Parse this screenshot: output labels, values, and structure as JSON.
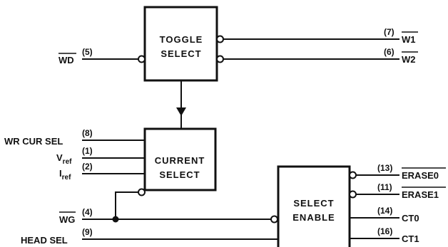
{
  "blocks": {
    "toggle": {
      "line1": "TOGGLE",
      "line2": "SELECT"
    },
    "current": {
      "line1": "CURRENT",
      "line2": "SELECT"
    },
    "enable": {
      "line1": "SELECT",
      "line2": "ENABLE"
    }
  },
  "pins": {
    "wd": {
      "name": "WD",
      "pin": "(5)",
      "overbar": true
    },
    "w1": {
      "name": "W1",
      "pin": "(7)",
      "overbar": true
    },
    "w2": {
      "name": "W2",
      "pin": "(6)",
      "overbar": true
    },
    "wrcursel": {
      "name": "WR CUR SEL",
      "pin": "(8)"
    },
    "vref": {
      "name": "V",
      "sub": "ref",
      "pin": "(1)"
    },
    "iref": {
      "name": "I",
      "sub": "ref",
      "pin": "(2)"
    },
    "wg": {
      "name": "WG",
      "pin": "(4)",
      "overbar": true
    },
    "headsel": {
      "name": "HEAD SEL",
      "pin": "(9)"
    },
    "erase0": {
      "name": "ERASE0",
      "pin": "(13)",
      "overbar": true
    },
    "erase1": {
      "name": "ERASE1",
      "pin": "(11)",
      "overbar": true
    },
    "ct0": {
      "name": "CT0",
      "pin": "(14)"
    },
    "ct1": {
      "name": "CT1",
      "pin": "(16)"
    }
  }
}
